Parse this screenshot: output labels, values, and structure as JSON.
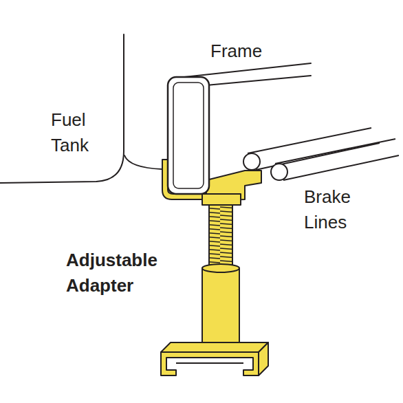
{
  "diagram": {
    "labels": [
      "Frame",
      "Fuel Tank",
      "Brake Lines",
      "Adjustable Adapter"
    ]
  }
}
